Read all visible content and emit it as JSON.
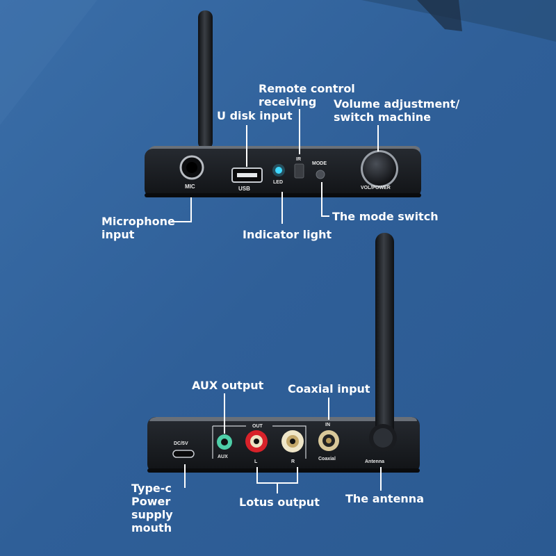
{
  "front": {
    "callouts": {
      "remote_control": "Remote control\nreceiving",
      "volume": "Volume adjustment/\nswitch machine",
      "u_disk": "U disk input",
      "microphone": "Microphone\ninput",
      "indicator": "Indicator light",
      "mode_switch": "The mode switch"
    },
    "panel_labels": {
      "mic": "MIC",
      "usb": "USB",
      "led": "LED",
      "ir": "IR",
      "mode": "MODE",
      "volume_label": "VOL/POWER"
    }
  },
  "back": {
    "callouts": {
      "aux": "AUX output",
      "coaxial": "Coaxial input",
      "type_c": "Type-c\nPower\nsupply\nmouth",
      "lotus": "Lotus output",
      "antenna": "The antenna"
    },
    "panel_labels": {
      "dc": "DC/5V",
      "out": "OUT",
      "in": "IN",
      "aux": "AUX",
      "l": "L",
      "r": "R",
      "coaxial": "Coaxial",
      "antenna": "Antenna"
    }
  },
  "colors": {
    "background": "#2e5d96",
    "device_body": "#1c1f24",
    "led": "#3fd8ff",
    "aux_jack": "#4ecfa8",
    "red_jack": "#d8222a",
    "white_jack": "#efe6c8"
  }
}
